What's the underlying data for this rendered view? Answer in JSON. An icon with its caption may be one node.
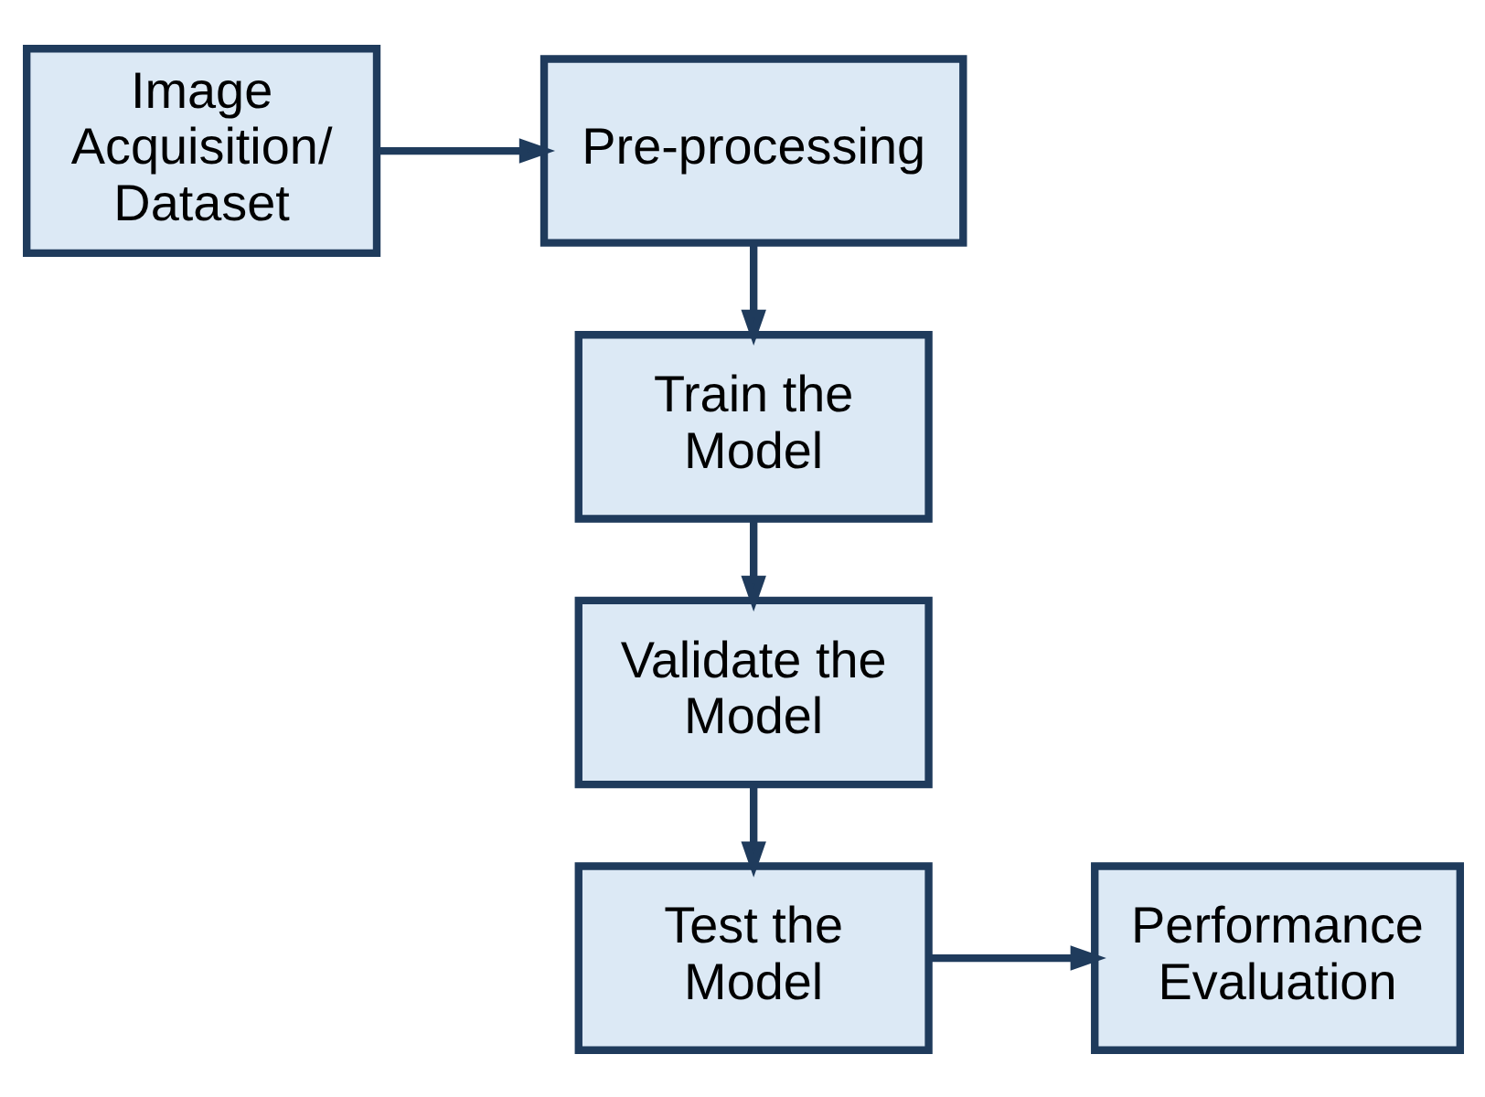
{
  "diagram": {
    "nodes": [
      {
        "text": [
          "Image Acquisition/ Dataset"
        ]
      },
      {
        "text": [
          "Pre-processing"
        ]
      },
      {
        "text": [
          "Train the Model"
        ]
      },
      {
        "text": [
          "Validate the Model"
        ]
      },
      {
        "text": [
          "Test the Model"
        ]
      },
      {
        "text": [
          "Performance Evaluation"
        ]
      }
    ],
    "edges": [
      {
        "from": 0,
        "to": 1,
        "arrow": "to"
      },
      {
        "from": 1,
        "to": 2,
        "arrow": "to"
      },
      {
        "from": 2,
        "to": 3,
        "arrow": "to"
      },
      {
        "from": 3,
        "to": 4,
        "arrow": "to"
      },
      {
        "from": 4,
        "to": 5,
        "arrow": "to"
      }
    ]
  }
}
